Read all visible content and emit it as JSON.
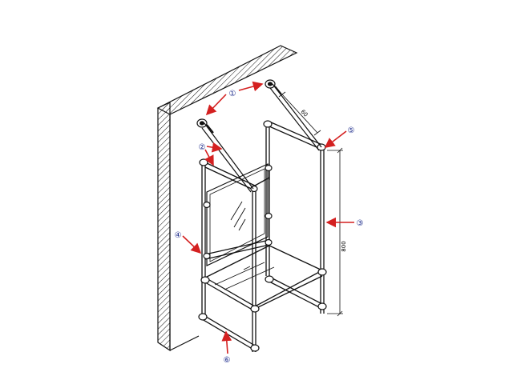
{
  "callouts": [
    {
      "id": "c1",
      "label": "①"
    },
    {
      "id": "c2",
      "label": "②"
    },
    {
      "id": "c3",
      "label": "③"
    },
    {
      "id": "c4",
      "label": "④"
    },
    {
      "id": "c5",
      "label": "⑤"
    },
    {
      "id": "c6",
      "label": "⑥"
    }
  ],
  "dimensions": {
    "height": "800",
    "brace_length": "60"
  },
  "colors": {
    "arrow": "#d42020",
    "callout": "#1b2a8a",
    "line": "#111111"
  }
}
